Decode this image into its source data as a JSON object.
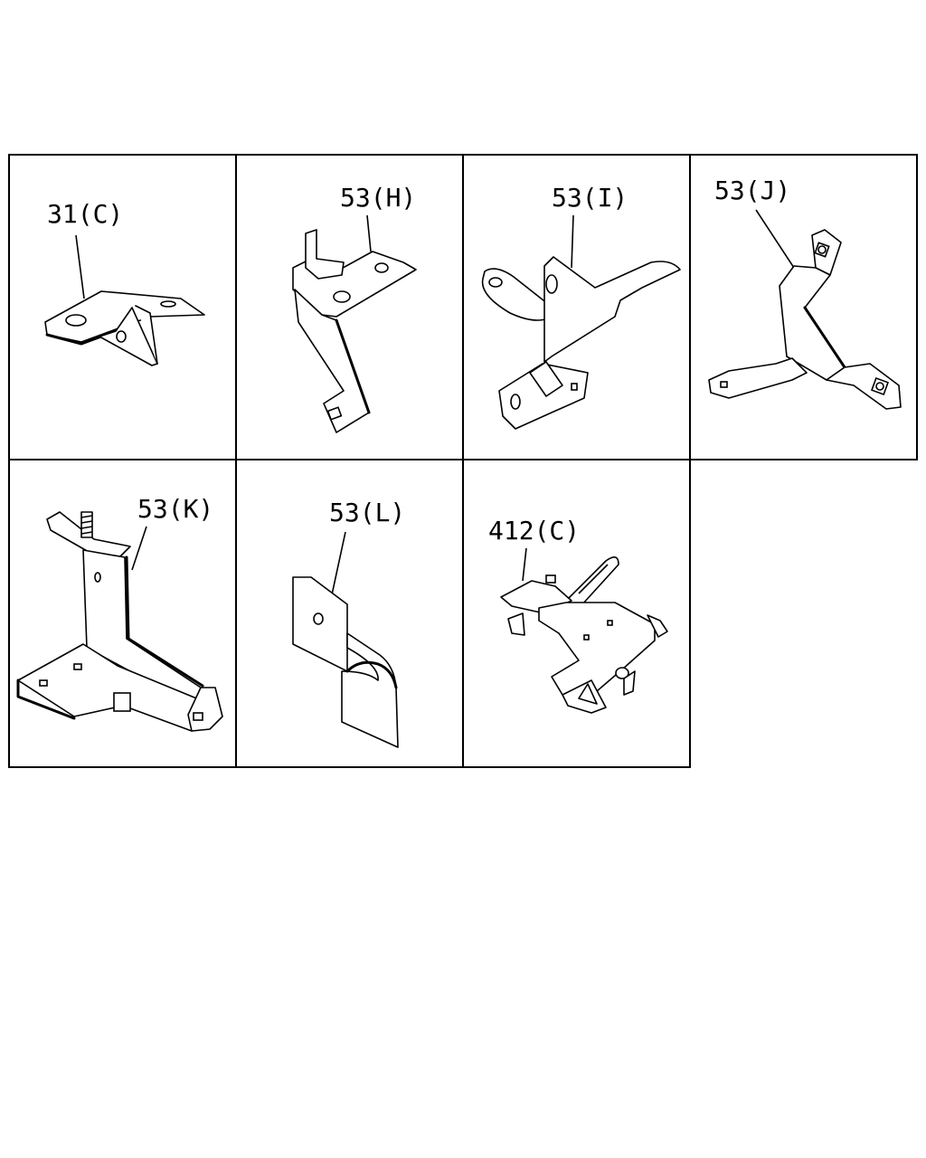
{
  "parts": [
    {
      "id": "p1",
      "label": "31(C)"
    },
    {
      "id": "p2",
      "label": "53(H)"
    },
    {
      "id": "p3",
      "label": "53(I)"
    },
    {
      "id": "p4",
      "label": "53(J)"
    },
    {
      "id": "p5",
      "label": "53(K)"
    },
    {
      "id": "p6",
      "label": "53(L)"
    },
    {
      "id": "p7",
      "label": "412(C)"
    }
  ]
}
